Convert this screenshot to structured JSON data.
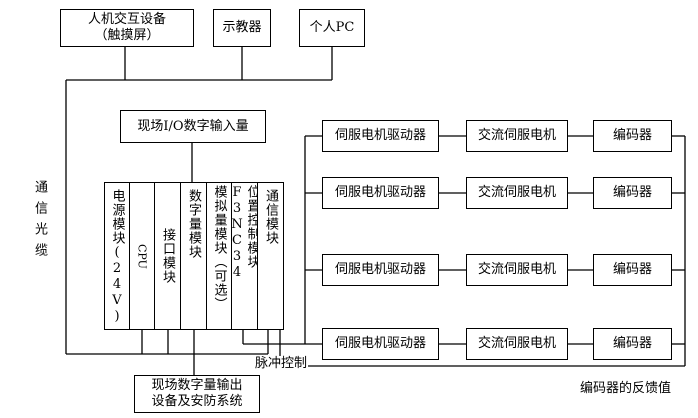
{
  "top_devices": {
    "hmi": {
      "line1": "人机交互设备",
      "line2": "（触摸屏）"
    },
    "teach_pendant": "示教器",
    "pc": "个人PC"
  },
  "field_input": "现场I/O数字输入量",
  "plc_modules": [
    "电源模块(24V)",
    "CPU",
    "接口模块",
    "数字量模块",
    "模拟量模块（可选）",
    "位置控制模块F3NC34",
    "通信模块"
  ],
  "comm_cable_label": "通信光缆",
  "pulse_label": "脉冲控制",
  "field_output": {
    "line1": "现场数字量输出",
    "line2": "设备及安防系统"
  },
  "axes": [
    {
      "driver": "伺服电机驱动器",
      "motor": "交流伺服电机",
      "encoder": "编码器"
    },
    {
      "driver": "伺服电机驱动器",
      "motor": "交流伺服电机",
      "encoder": "编码器"
    },
    {
      "driver": "伺服电机驱动器",
      "motor": "交流伺服电机",
      "encoder": "编码器"
    },
    {
      "driver": "伺服电机驱动器",
      "motor": "交流伺服电机",
      "encoder": "编码器"
    }
  ],
  "feedback_label": "编码器的反馈值"
}
